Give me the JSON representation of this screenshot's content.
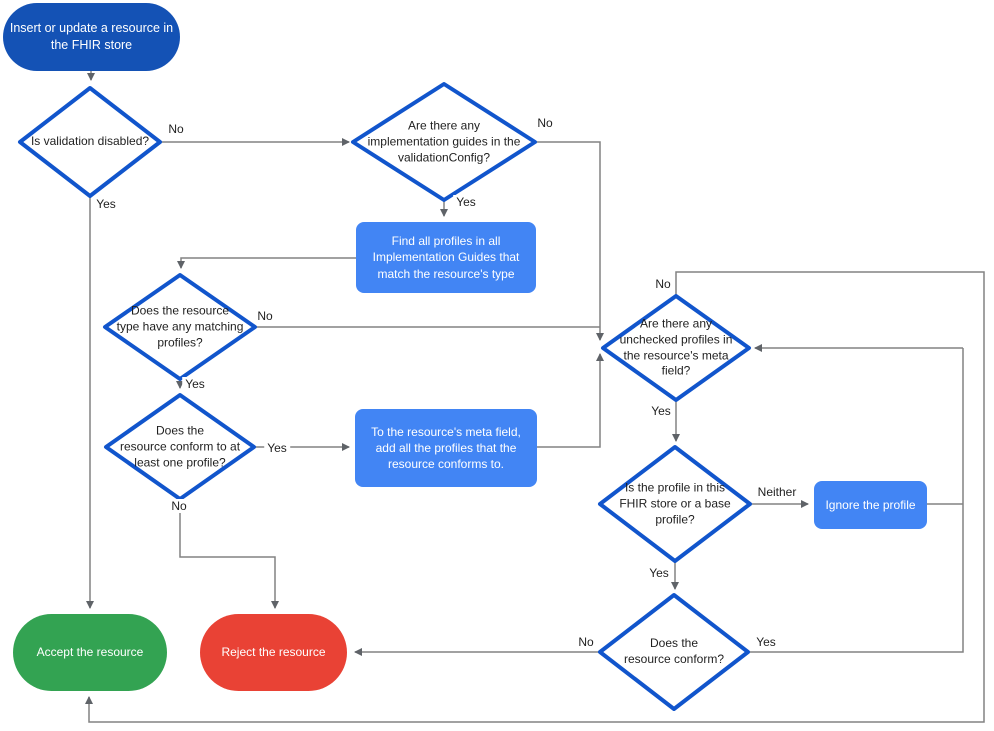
{
  "diagram": {
    "type": "flowchart",
    "colors": {
      "start_bg": "#1452b5",
      "process_bg": "#4285f4",
      "decision_border": "#1155cc",
      "accept_bg": "#33a352",
      "reject_bg": "#e94235",
      "connector": "#828282",
      "arrowhead": "#5f6368",
      "text_dark": "#1f1f1f",
      "text_light": "#ffffff"
    }
  },
  "nodes": {
    "start": {
      "lines": [
        "Insert or update a resource in",
        "the FHIR store"
      ]
    },
    "d1": {
      "lines": [
        "Is validation disabled?"
      ]
    },
    "d2": {
      "lines": [
        "Are there any",
        "implementation guides in the",
        "validationConfig?"
      ]
    },
    "p1": {
      "lines": [
        "Find all profiles in all",
        "Implementation Guides that",
        "match the resource's type"
      ]
    },
    "d3": {
      "lines": [
        "Does the resource",
        "type have any matching",
        "profiles?"
      ]
    },
    "d4": {
      "lines": [
        "Does the",
        "resource conform to at",
        "least one profile?"
      ]
    },
    "p2": {
      "lines": [
        "To the resource's meta field,",
        "add all the profiles that the",
        "resource conforms to."
      ]
    },
    "d5": {
      "lines": [
        "Are there any",
        "unchecked profiles in",
        "the resource's meta",
        "field?"
      ]
    },
    "d6": {
      "lines": [
        "Is the profile in this",
        "FHIR store or a base",
        "profile?"
      ]
    },
    "p3": {
      "lines": [
        "Ignore the profile"
      ]
    },
    "d7": {
      "lines": [
        "Does the",
        "resource conform?"
      ]
    },
    "accept": {
      "lines": [
        "Accept the resource"
      ]
    },
    "reject": {
      "lines": [
        "Reject the resource"
      ]
    }
  },
  "edge_labels": {
    "d1_no": "No",
    "d1_yes": "Yes",
    "d2_no": "No",
    "d2_yes": "Yes",
    "d3_no": "No",
    "d3_yes": "Yes",
    "d4_yes": "Yes",
    "d4_no": "No",
    "d5_no": "No",
    "d5_yes": "Yes",
    "d6_neither": "Neither",
    "d6_yes": "Yes",
    "d7_no": "No",
    "d7_yes": "Yes"
  }
}
